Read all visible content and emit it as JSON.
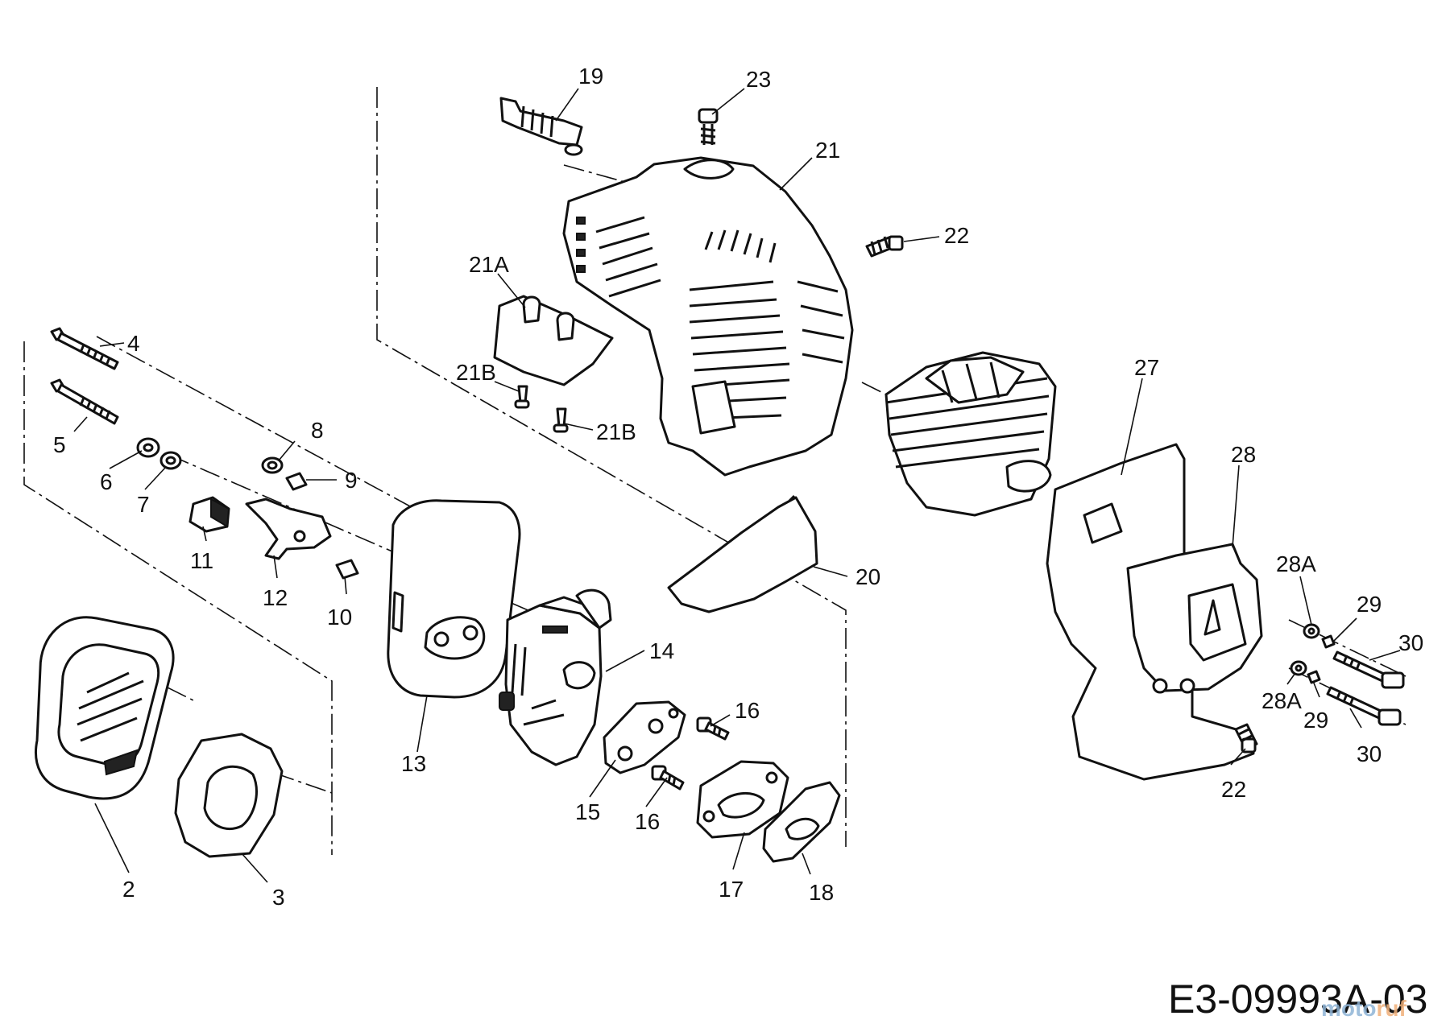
{
  "callouts": {
    "c2": "2",
    "c3": "3",
    "c4": "4",
    "c5": "5",
    "c6": "6",
    "c7": "7",
    "c8": "8",
    "c9": "9",
    "c10": "10",
    "c11": "11",
    "c12": "12",
    "c13": "13",
    "c14": "14",
    "c15": "15",
    "c16a": "16",
    "c16b": "16",
    "c17": "17",
    "c18": "18",
    "c19": "19",
    "c20": "20",
    "c21": "21",
    "c21a": "21A",
    "c21b_a": "21B",
    "c21b_b": "21B",
    "c22a": "22",
    "c22b": "22",
    "c23": "23",
    "c27": "27",
    "c28": "28",
    "c28a_a": "28A",
    "c28a_b": "28A",
    "c29a": "29",
    "c29b": "29",
    "c30a": "30",
    "c30b": "30"
  },
  "document_code": "E3-09993A-03",
  "watermark": {
    "part1": "moto",
    "part2": "ruf"
  }
}
